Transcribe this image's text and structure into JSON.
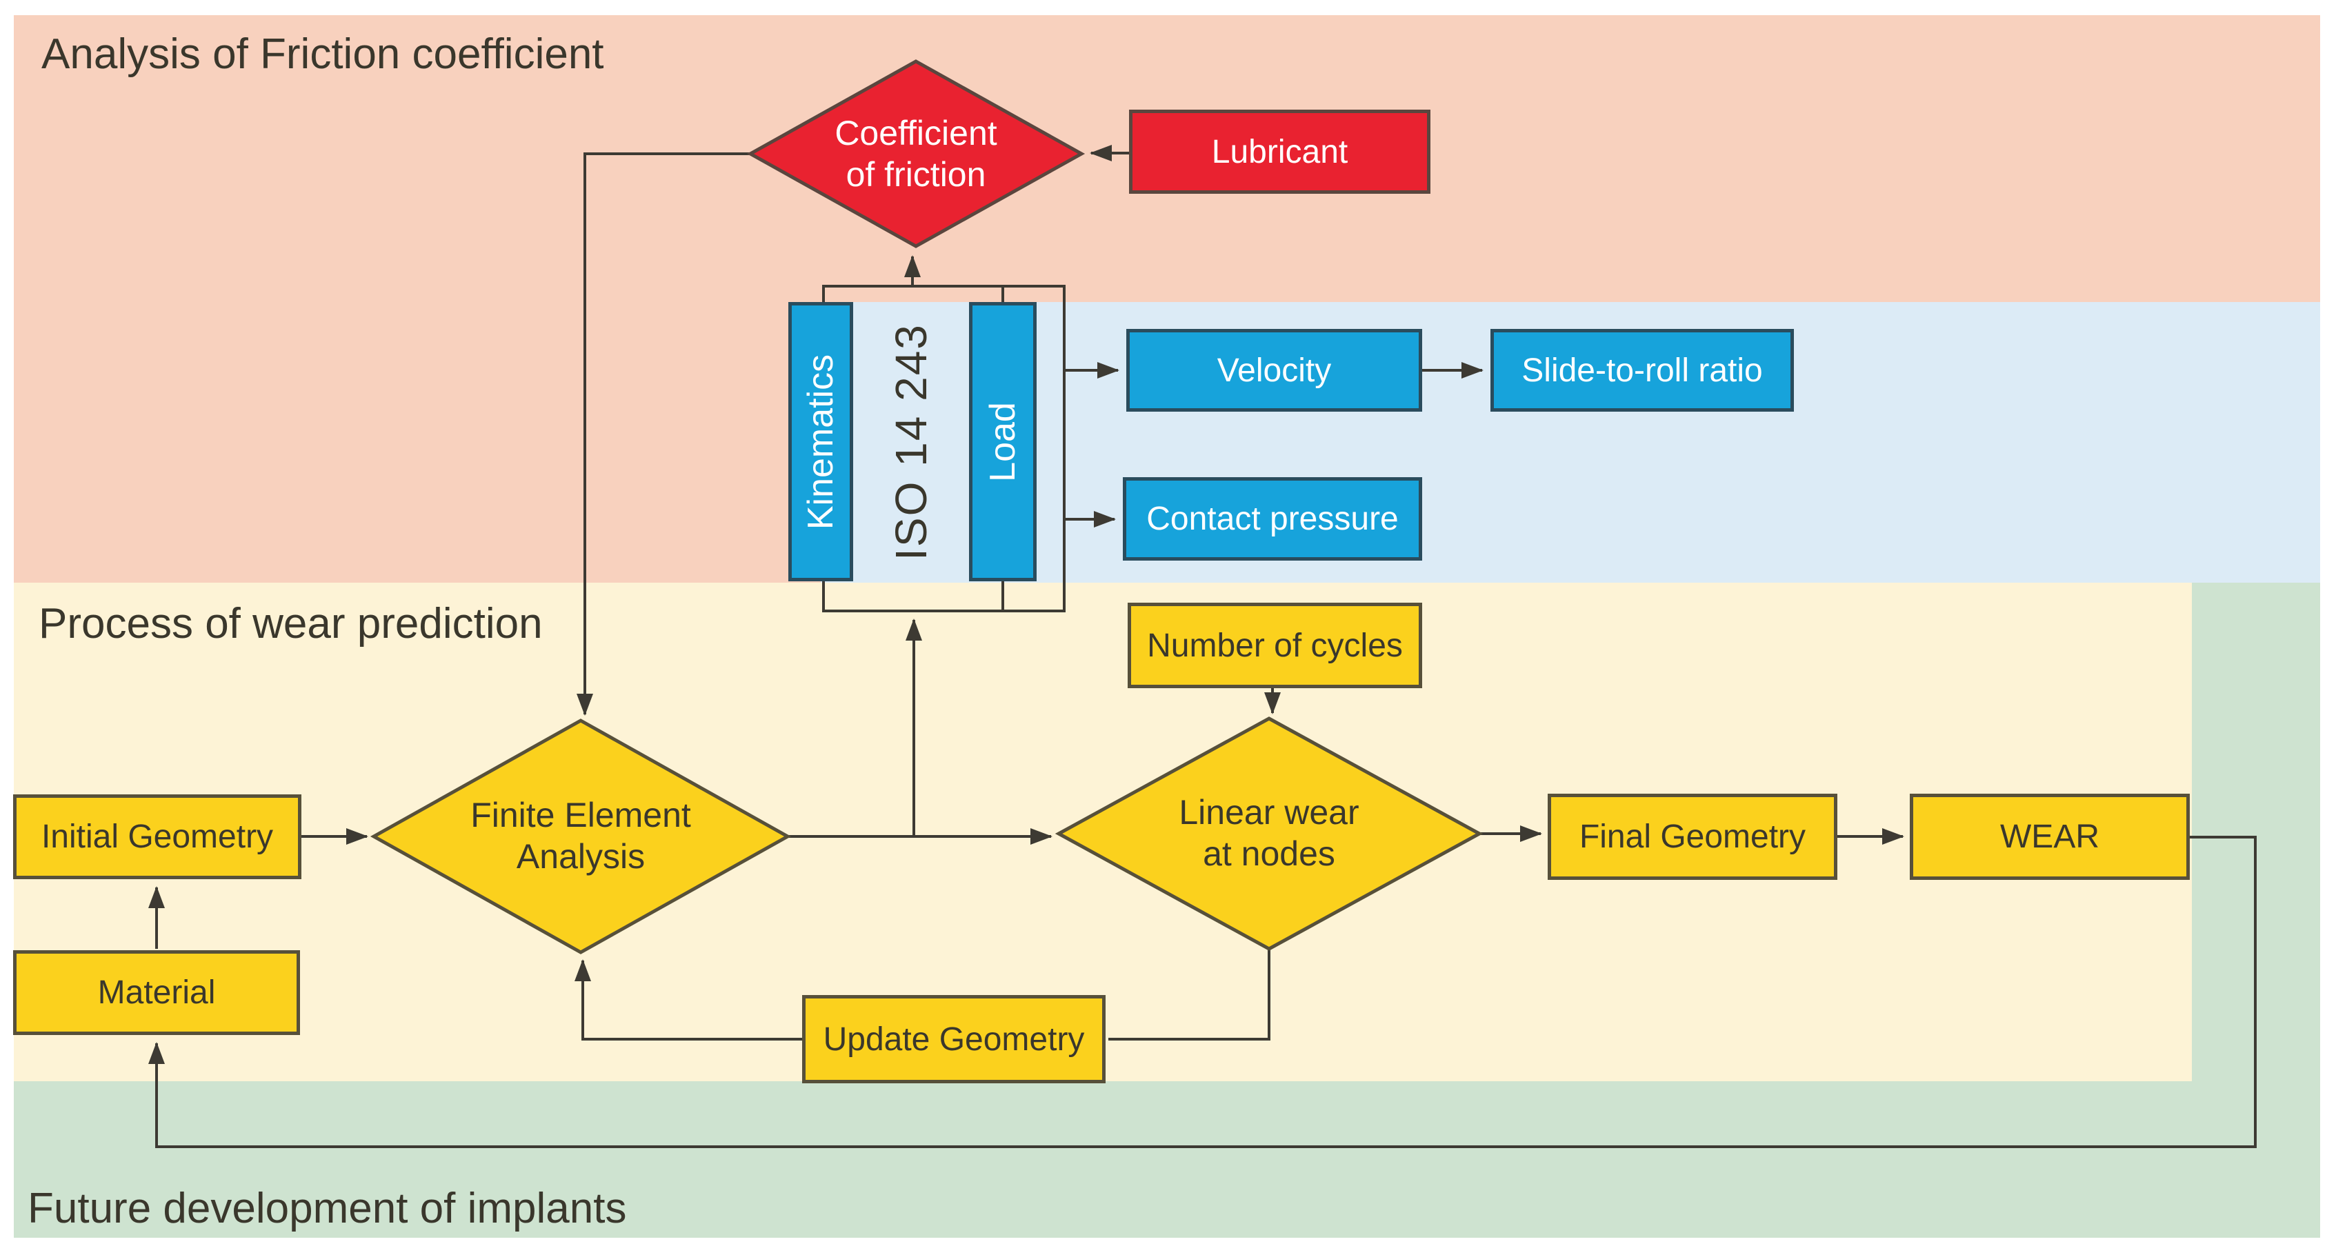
{
  "regions": {
    "friction_analysis": {
      "label": "Analysis of Friction coefficient"
    },
    "wear_prediction": {
      "label": "Process of wear prediction"
    },
    "future_development": {
      "label": "Future development of implants"
    }
  },
  "nodes": {
    "coefficient_of_friction": {
      "line1": "Coefficient",
      "line2": "of friction"
    },
    "lubricant": {
      "label": "Lubricant"
    },
    "kinematics": {
      "label": "Kinematics"
    },
    "iso_standard": {
      "label": "ISO 14 243"
    },
    "load": {
      "label": "Load"
    },
    "velocity": {
      "label": "Velocity"
    },
    "slide_to_roll": {
      "label": "Slide-to-roll ratio"
    },
    "contact_pressure": {
      "label": "Contact pressure"
    },
    "number_of_cycles": {
      "label": "Number of cycles"
    },
    "initial_geometry": {
      "label": "Initial Geometry"
    },
    "material": {
      "label": "Material"
    },
    "finite_element_analysis": {
      "line1": "Finite Element",
      "line2": "Analysis"
    },
    "linear_wear": {
      "line1": "Linear wear",
      "line2": "at nodes"
    },
    "final_geometry": {
      "label": "Final Geometry"
    },
    "wear": {
      "label": "WEAR"
    },
    "update_geometry": {
      "label": "Update Geometry"
    }
  },
  "colors": {
    "salmon": "#f8d1be",
    "blue-band": "#dcebf6",
    "cream": "#fdf3d6",
    "green": "#cee3d0",
    "yellow": "#fbd11d",
    "yellow-border": "#57503a",
    "red": "#e92230",
    "red-border": "#5a463e",
    "blue": "#17a3db",
    "blue-border": "#2a4c5d",
    "line": "#3d3a33",
    "text-dark": "#3a372c",
    "text-light": "#ffffff"
  }
}
